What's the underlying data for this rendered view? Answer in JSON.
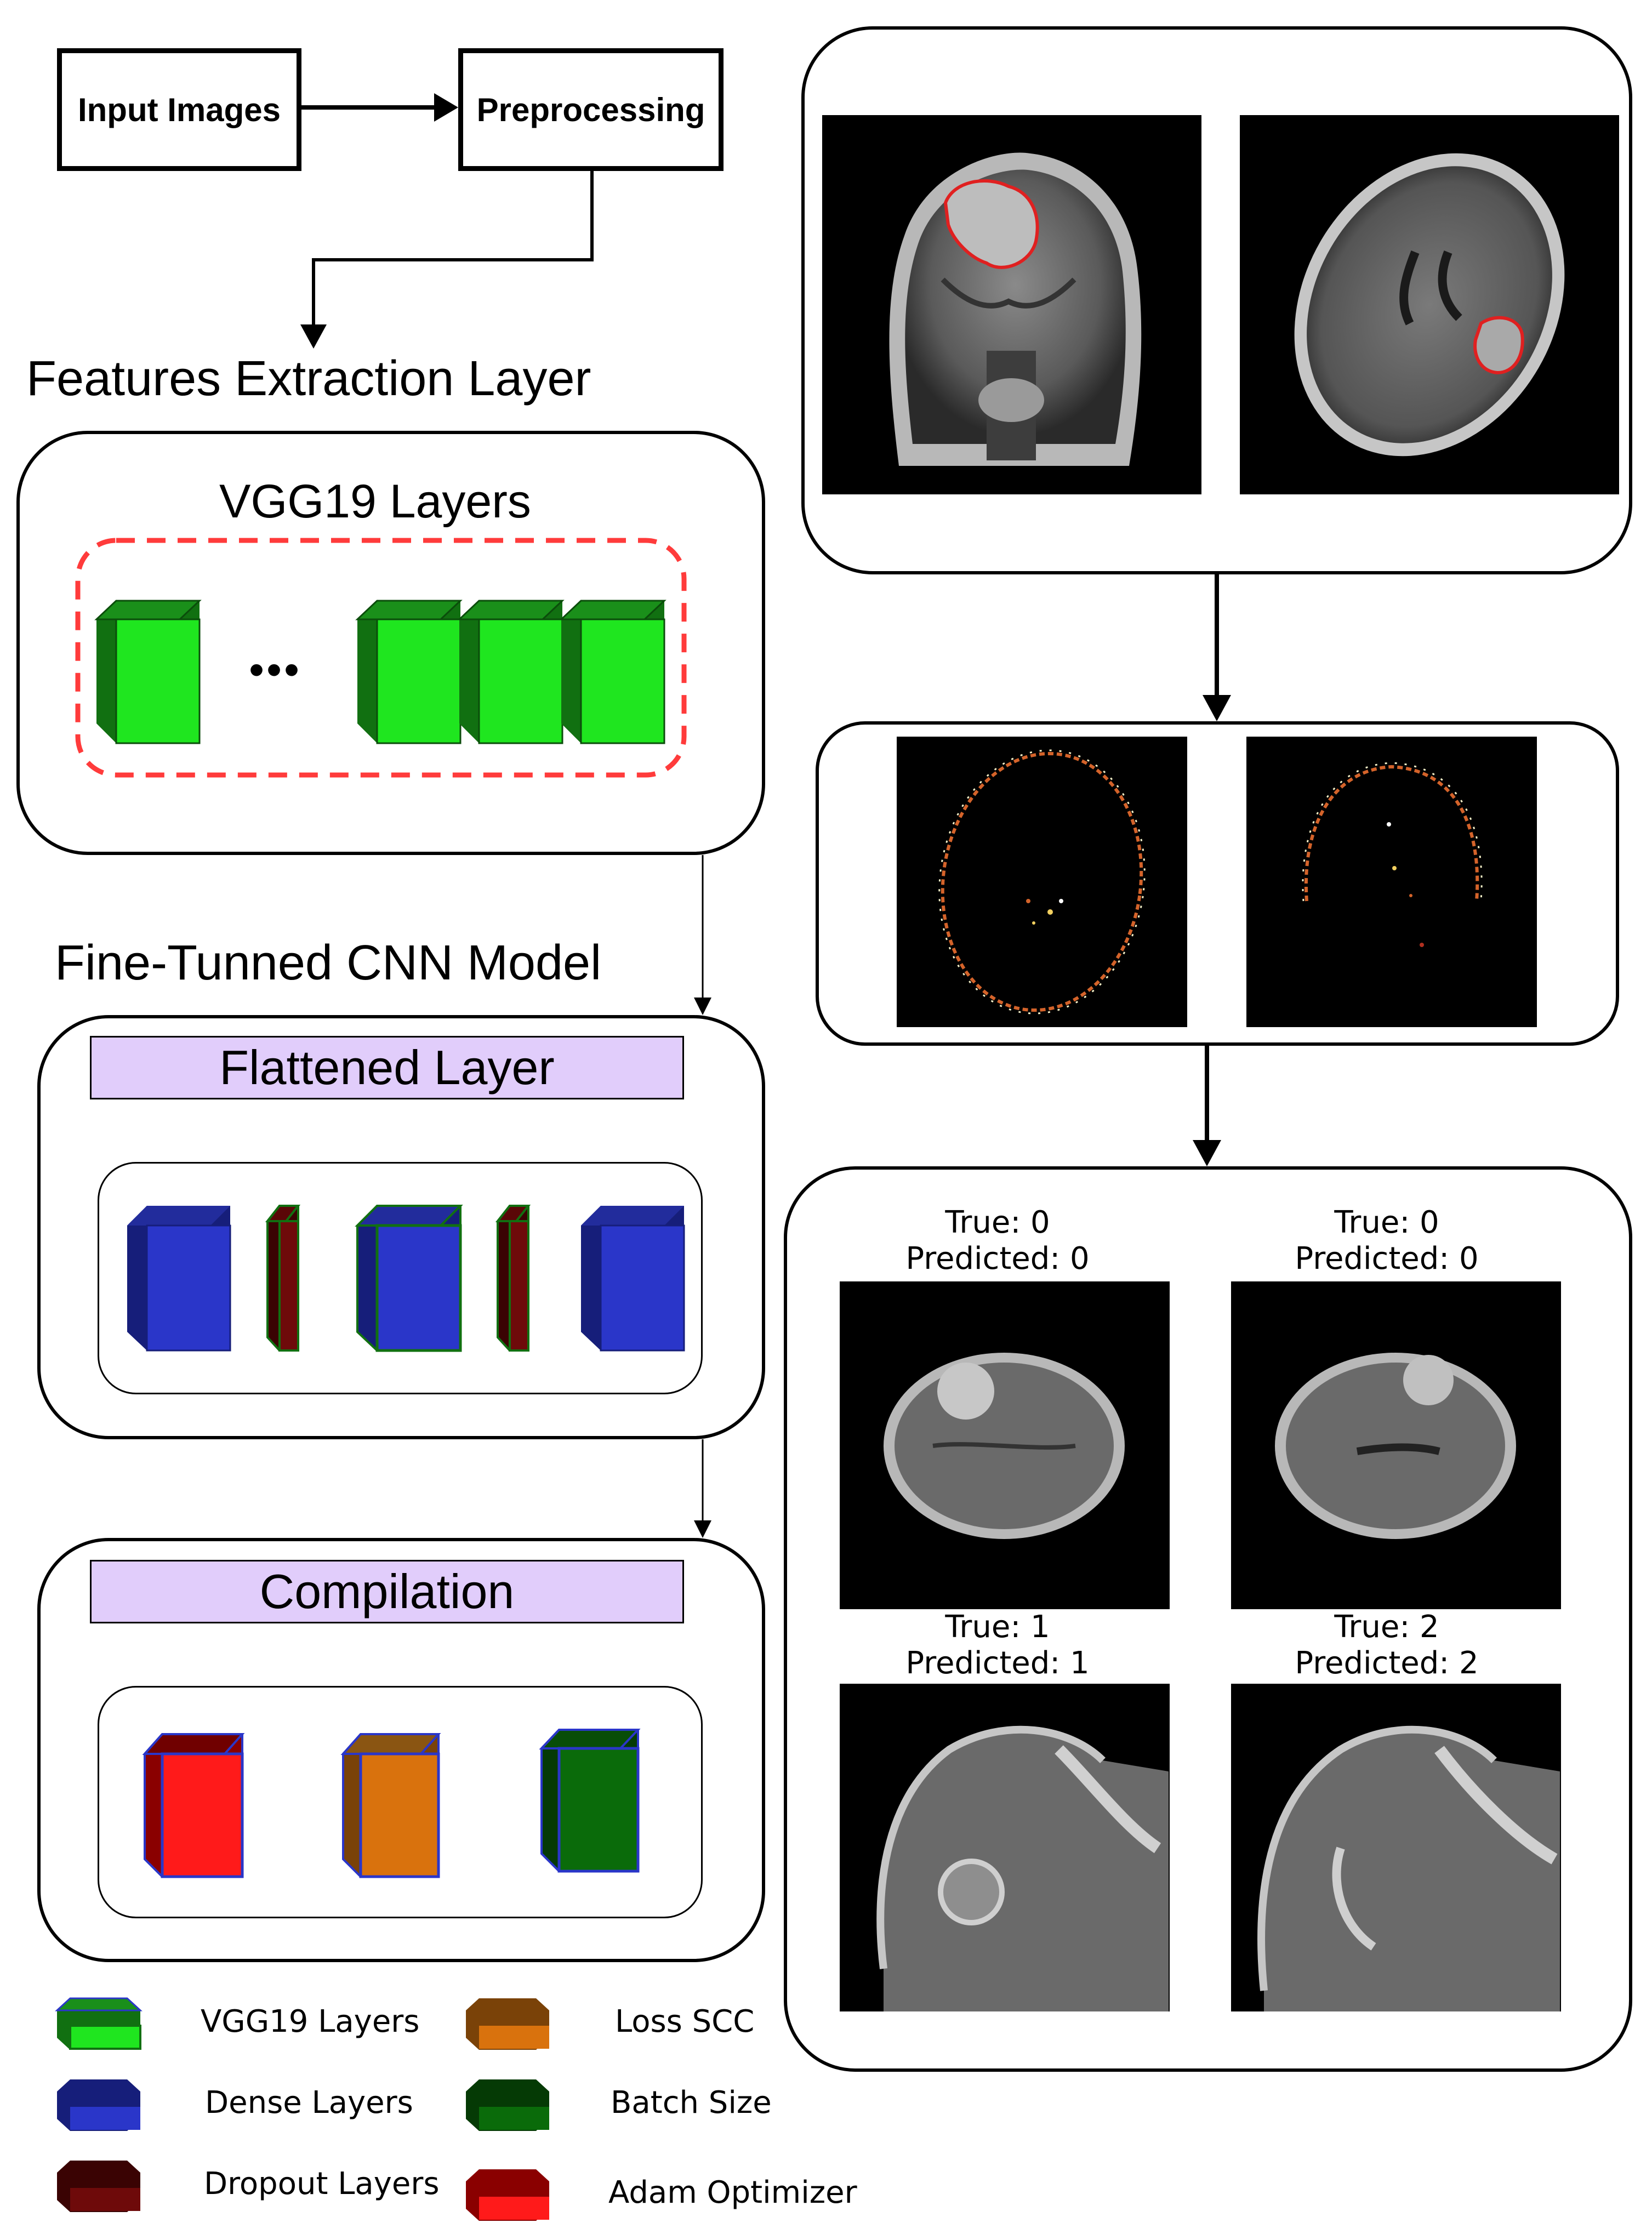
{
  "flow": {
    "input_label": "Input Images",
    "preprocessing_label": "Preprocessing"
  },
  "features": {
    "heading": "Features Extraction Layer",
    "vgg_title": "VGG19 Layers",
    "ellipsis": "•••"
  },
  "finetuned": {
    "heading": "Fine-Tunned CNN Model",
    "flattened_label": "Flattened Layer",
    "compilation_label": "Compilation"
  },
  "predictions": [
    {
      "true": "True: 0",
      "predicted": "Predicted: 0"
    },
    {
      "true": "True: 0",
      "predicted": "Predicted: 0"
    },
    {
      "true": "True: 1",
      "predicted": "Predicted: 1"
    },
    {
      "true": "True: 2",
      "predicted": "Predicted: 2"
    }
  ],
  "legend": [
    {
      "label": "VGG19 Layers",
      "color": "#1fe61f",
      "edge": "#117011",
      "icon": "green-block-icon"
    },
    {
      "label": "Loss SCC",
      "color": "#d9720d",
      "edge": "#7a4208",
      "icon": "orange-block-icon"
    },
    {
      "label": "Dense Layers",
      "color": "#2a36c9",
      "edge": "#161e7a",
      "icon": "blue-block-icon"
    },
    {
      "label": "Batch Size",
      "color": "#0a6b0a",
      "edge": "#053a05",
      "icon": "dark-green-block-icon"
    },
    {
      "label": "Dropout Layers",
      "color": "#6e0a0a",
      "edge": "#3a0303",
      "icon": "maroon-block-icon"
    },
    {
      "label": "Adam Optimizer",
      "color": "#ff1a1a",
      "edge": "#8a0000",
      "icon": "red-block-icon"
    }
  ],
  "colors": {
    "vgg_green": "#1fe61f",
    "dense_blue": "#2a36c9",
    "dropout_maroon": "#6e0a0a",
    "loss_orange": "#d9720d",
    "batch_green": "#0a6b0a",
    "adam_red": "#ff1a1a",
    "bar_lavender": "#e1cdfb",
    "dashed_red": "#ff3b3b"
  }
}
